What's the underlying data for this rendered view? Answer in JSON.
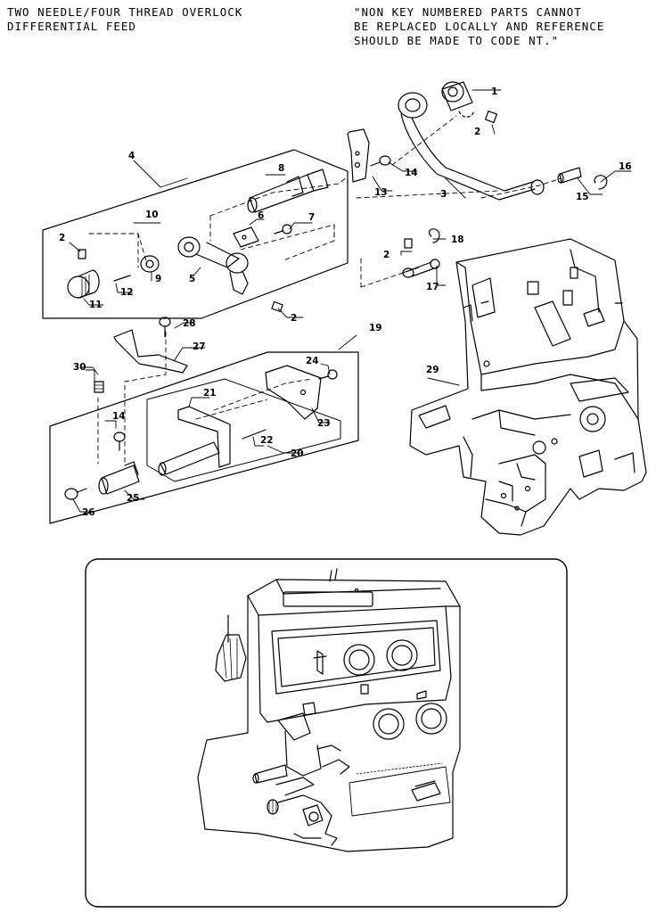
{
  "header": {
    "title_lines": [
      "TWO NEEDLE/FOUR THREAD OVERLOCK",
      "DIFFERENTIAL FEED"
    ],
    "note_lines": [
      "\"NON KEY NUMBERED PARTS CANNOT",
      "BE REPLACED LOCALLY AND REFERENCE",
      "SHOULD BE MADE TO CODE NT.\""
    ]
  },
  "parts": {
    "p1": "1",
    "p2a": "2",
    "p2b": "2",
    "p2c": "2",
    "p2d": "2",
    "p3": "3",
    "p4": "4",
    "p5": "5",
    "p6": "6",
    "p7": "7",
    "p8": "8",
    "p9": "9",
    "p10": "10",
    "p11": "11",
    "p12": "12",
    "p13": "13",
    "p14a": "14",
    "p14b": "14",
    "p15": "15",
    "p16": "16",
    "p17": "17",
    "p18": "18",
    "p19": "19",
    "p20": "20",
    "p21": "21",
    "p22": "22",
    "p23": "23",
    "p24": "24",
    "p25": "25",
    "p26": "26",
    "p27": "27",
    "p28": "28",
    "p29": "29",
    "p30": "30"
  }
}
